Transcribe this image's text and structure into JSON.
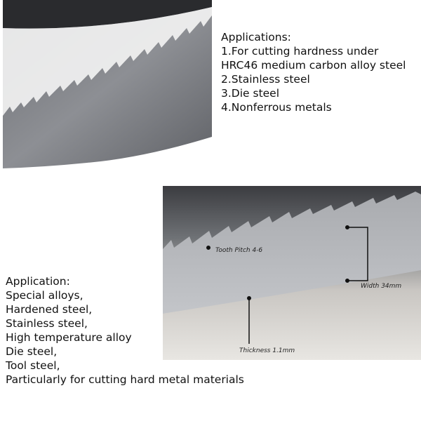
{
  "top_block": {
    "heading": "Applications:",
    "lines": [
      "1.For cutting hardness under",
      "HRC46 medium carbon alloy steel",
      "2.Stainless steel",
      "3.Die steel",
      "4.Nonferrous metals"
    ]
  },
  "bottom_block": {
    "heading": "Application:",
    "lines": [
      "Special alloys,",
      "Hardened steel,",
      "Stainless steel,",
      "High temperature alloy",
      "Die steel,",
      "Tool steel,",
      "Particularly for cutting hard metal materials"
    ]
  },
  "diagram": {
    "tooth_pitch": "Tooth Pitch 4-6",
    "width": "Width 34mm",
    "thickness": "Thickness 1.1mm"
  }
}
